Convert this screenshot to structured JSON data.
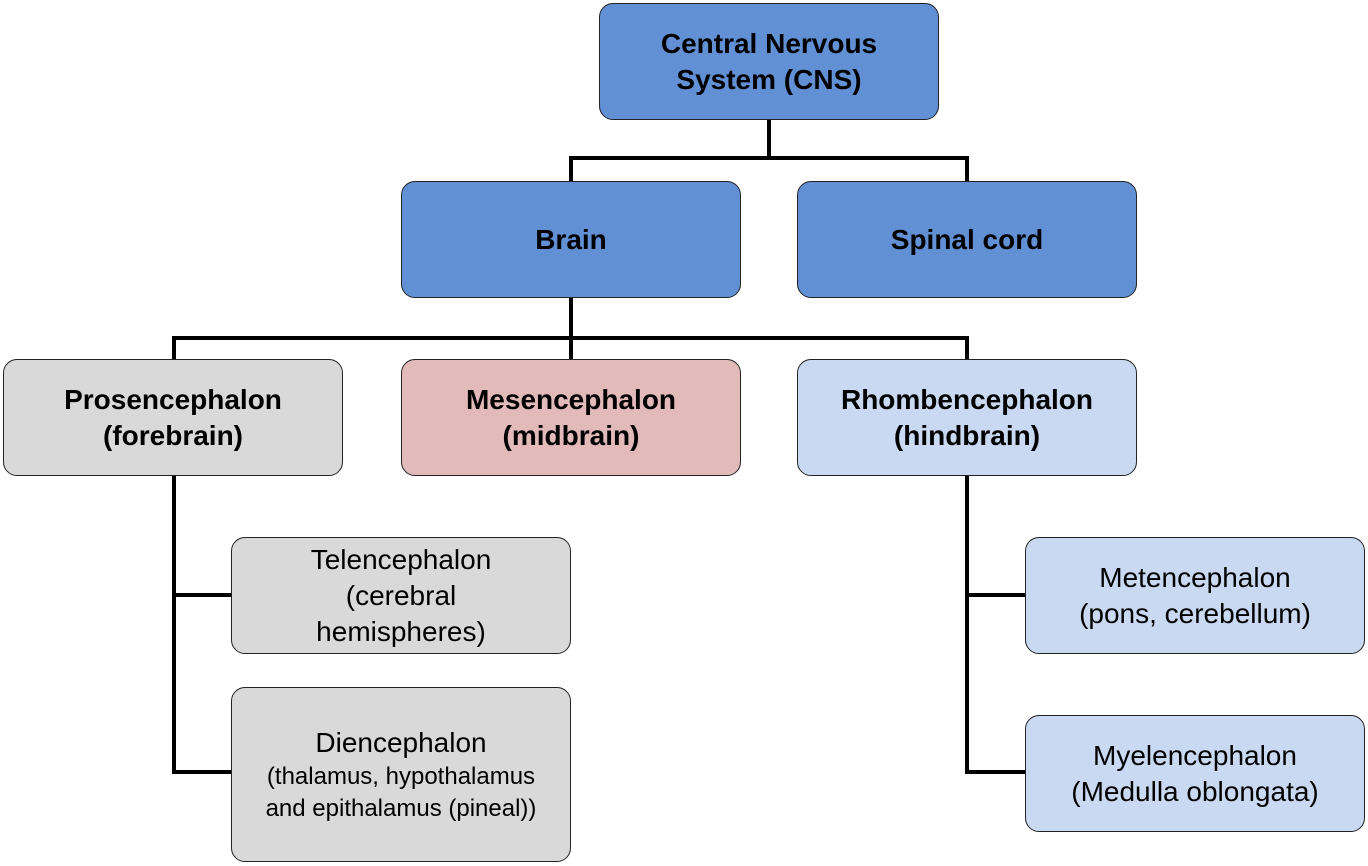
{
  "colors": {
    "level1": "#6190d4",
    "prosencephalon": "#d9d9d9",
    "mesencephalon": "#e2baba",
    "rhombencephalon": "#c9d9f1",
    "connector": "#000000"
  },
  "nodes": {
    "cns": {
      "line1": "Central Nervous",
      "line2": "System (CNS)"
    },
    "brain": {
      "label": "Brain"
    },
    "spinal_cord": {
      "label": "Spinal cord"
    },
    "prosencephalon": {
      "line1": "Prosencephalon",
      "line2": "(forebrain)"
    },
    "mesencephalon": {
      "line1": "Mesencephalon",
      "line2": "(midbrain)"
    },
    "rhombencephalon": {
      "line1": "Rhombencephalon",
      "line2": "(hindbrain)"
    },
    "telencephalon": {
      "line1": "Telencephalon",
      "line2": "(cerebral",
      "line3": "hemispheres)"
    },
    "diencephalon": {
      "line1": "Diencephalon",
      "line2": "(thalamus, hypothalamus",
      "line3": "and epithalamus (pineal))"
    },
    "metencephalon": {
      "line1": "Metencephalon",
      "line2": "(pons, cerebellum)"
    },
    "myelencephalon": {
      "line1": "Myelencephalon",
      "line2": "(Medulla oblongata)"
    }
  }
}
